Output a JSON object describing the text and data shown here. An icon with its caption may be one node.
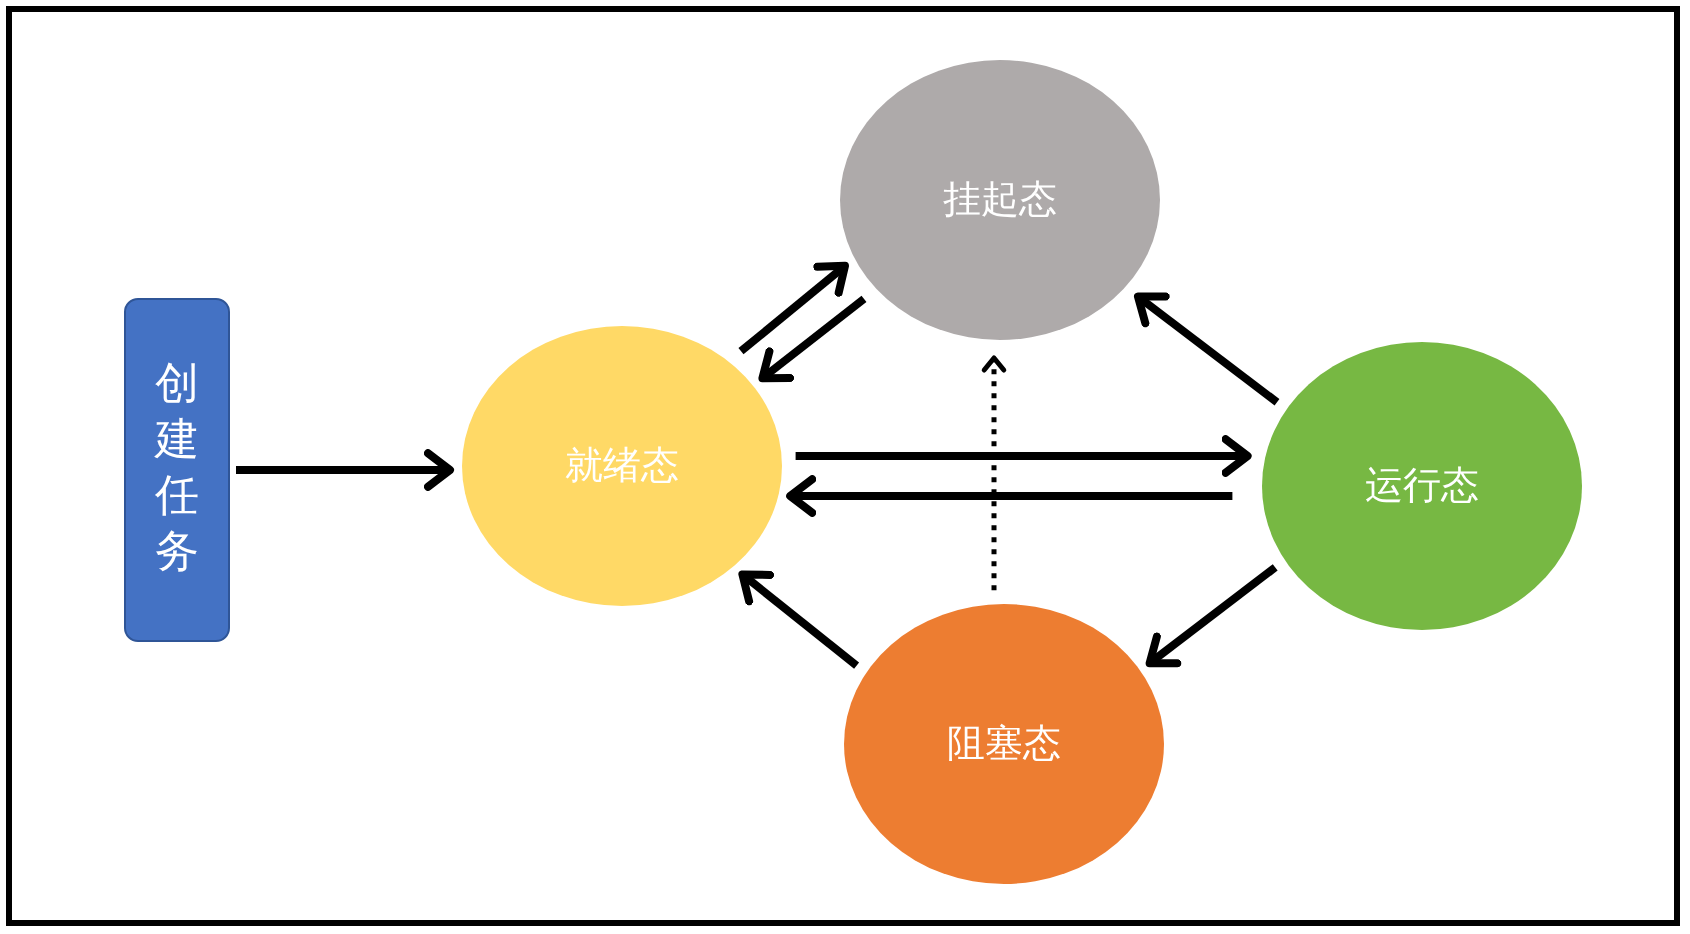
{
  "diagram": {
    "nodes": [
      {
        "text": [
          "创建任务"
        ]
      },
      {
        "text": [
          "就绪态"
        ]
      },
      {
        "text": [
          "挂起态"
        ]
      },
      {
        "text": [
          "运行态"
        ]
      },
      {
        "text": [
          "阻塞态"
        ]
      }
    ],
    "edges": [
      {
        "from": 0,
        "to": 1,
        "arrow": "to"
      },
      {
        "from": 1,
        "to": 2,
        "arrow": "to"
      },
      {
        "from": 2,
        "to": 1,
        "arrow": "to"
      },
      {
        "from": 1,
        "to": 3,
        "arrow": "to"
      },
      {
        "from": 3,
        "to": 1,
        "arrow": "to"
      },
      {
        "from": 3,
        "to": 2,
        "arrow": "to"
      },
      {
        "from": 3,
        "to": 4,
        "arrow": "to"
      },
      {
        "from": 4,
        "to": 1,
        "arrow": "to"
      },
      {
        "from": 4,
        "to": 2,
        "arrow": "to",
        "style": "dashed"
      }
    ]
  }
}
